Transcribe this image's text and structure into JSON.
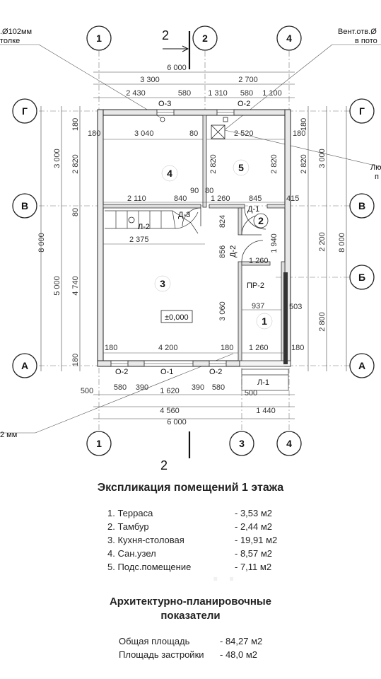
{
  "plan": {
    "axis_marks": {
      "top": [
        "1",
        "2",
        "4"
      ],
      "bottom": [
        "1",
        "3",
        "4"
      ],
      "left": [
        "Г",
        "В",
        "А"
      ],
      "right": [
        "Г",
        "В",
        "Б",
        "А"
      ]
    },
    "section_mark": "2",
    "vent_left_text": [
      ".Ø102мм",
      "толке"
    ],
    "vent_right_text": [
      "Вент.отв.Ø",
      "в пото"
    ],
    "hatch_text": [
      "Лю",
      "п"
    ],
    "bottom_left_text": "2 мм",
    "top_dims": {
      "overall": "6 000",
      "row2": [
        "3 300",
        "2 700"
      ],
      "row3": [
        "2 430",
        "580",
        "1 310",
        "580",
        "1 100"
      ]
    },
    "bottom_dims": {
      "row1": [
        "500",
        "580",
        "390",
        "1 620",
        "390",
        "580",
        "500"
      ],
      "row2": [
        "4 560",
        "1 440"
      ],
      "overall": "6 000"
    },
    "left_dims": {
      "outer": "8 000",
      "mid": [
        "3 000",
        "5 000"
      ],
      "inner": [
        "180",
        "2 820",
        "80",
        "4 740",
        "180"
      ]
    },
    "right_dims": {
      "outer": "8 000",
      "mid": [
        "3 000",
        "2 200",
        "2 800"
      ],
      "inner": [
        "180",
        "2 820"
      ]
    },
    "interior_dims": [
      "180",
      "3 040",
      "80",
      "2 520",
      "180",
      "2 820",
      "2 820",
      "2 110",
      "840",
      "90",
      "80",
      "1 260",
      "845",
      "415",
      "2 375",
      "824",
      "856",
      "1 940",
      "1 260",
      "3 060",
      "937",
      "503",
      "180",
      "4 200",
      "180",
      "1 260",
      "180"
    ],
    "openings": [
      "О-3",
      "О-2",
      "Д-3",
      "Д-1",
      "Д-2",
      "ПР-2",
      "О-2",
      "О-1",
      "О-2",
      "Л-2",
      "Л-1"
    ],
    "rooms": [
      "4",
      "5",
      "2",
      "3",
      "1"
    ],
    "level_mark": "±0,000"
  },
  "explication": {
    "title": "Экспликация помещений 1 этажа",
    "rows": [
      {
        "name": "1. Терраса",
        "area": "- 3,53 м2"
      },
      {
        "name": "2. Тамбур",
        "area": "- 2,44 м2"
      },
      {
        "name": "3. Кухня-столовая",
        "area": "- 19,91 м2"
      },
      {
        "name": "4. Сан.узел",
        "area": "- 8,57 м2"
      },
      {
        "name": "5. Подс.помещение",
        "area": "- 7,11 м2"
      }
    ]
  },
  "indicators": {
    "title_line1": "Архитектурно-планировочные",
    "title_line2": "показатели",
    "rows": [
      {
        "name": "Общая площадь",
        "value": "- 84,27 м2"
      },
      {
        "name": "Площадь застройки",
        "value": "- 48,0 м2"
      }
    ]
  }
}
